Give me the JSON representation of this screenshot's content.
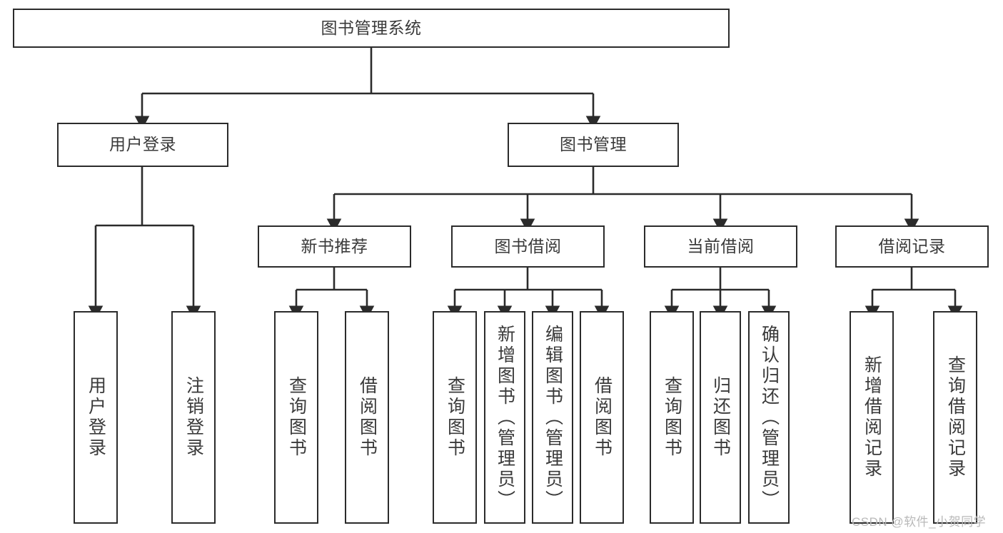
{
  "diagram": {
    "title": "图书管理系统",
    "type": "tree-hierarchy-chart",
    "stroke_color": "#2b2b2b",
    "text_color": "#3a3a3a",
    "background_color": "#ffffff",
    "nodes": {
      "root": {
        "label": "图书管理系统"
      },
      "level2": [
        {
          "id": "user-login",
          "label": "用户登录"
        },
        {
          "id": "book-manage",
          "label": "图书管理"
        }
      ],
      "level3": [
        {
          "id": "new-book-recommend",
          "label": "新书推荐"
        },
        {
          "id": "book-borrow",
          "label": "图书借阅"
        },
        {
          "id": "current-borrow",
          "label": "当前借阅"
        },
        {
          "id": "borrow-record",
          "label": "借阅记录"
        }
      ],
      "leaves": [
        {
          "id": "leaf-user-login",
          "label": "用户登录",
          "parent": "user-login"
        },
        {
          "id": "leaf-user-logout",
          "label": "注销登录",
          "parent": "user-login"
        },
        {
          "id": "leaf-query-book-1",
          "label": "查询图书",
          "parent": "new-book-recommend"
        },
        {
          "id": "leaf-borrow-book-1",
          "label": "借阅图书",
          "parent": "new-book-recommend"
        },
        {
          "id": "leaf-query-book-2",
          "label": "查询图书",
          "parent": "book-borrow"
        },
        {
          "id": "leaf-add-book",
          "label": "新增图书（管理员）",
          "parent": "book-borrow"
        },
        {
          "id": "leaf-edit-book",
          "label": "编辑图书（管理员）",
          "parent": "book-borrow"
        },
        {
          "id": "leaf-borrow-book-2",
          "label": "借阅图书",
          "parent": "book-borrow"
        },
        {
          "id": "leaf-query-book-3",
          "label": "查询图书",
          "parent": "current-borrow"
        },
        {
          "id": "leaf-return-book",
          "label": "归还图书",
          "parent": "current-borrow"
        },
        {
          "id": "leaf-confirm-return",
          "label": "确认归还（管理员）",
          "parent": "current-borrow"
        },
        {
          "id": "leaf-add-record",
          "label": "新增借阅记录",
          "parent": "borrow-record"
        },
        {
          "id": "leaf-query-record",
          "label": "查询借阅记录",
          "parent": "borrow-record"
        }
      ]
    },
    "watermark": "CSDN @软件_小贺同学"
  }
}
